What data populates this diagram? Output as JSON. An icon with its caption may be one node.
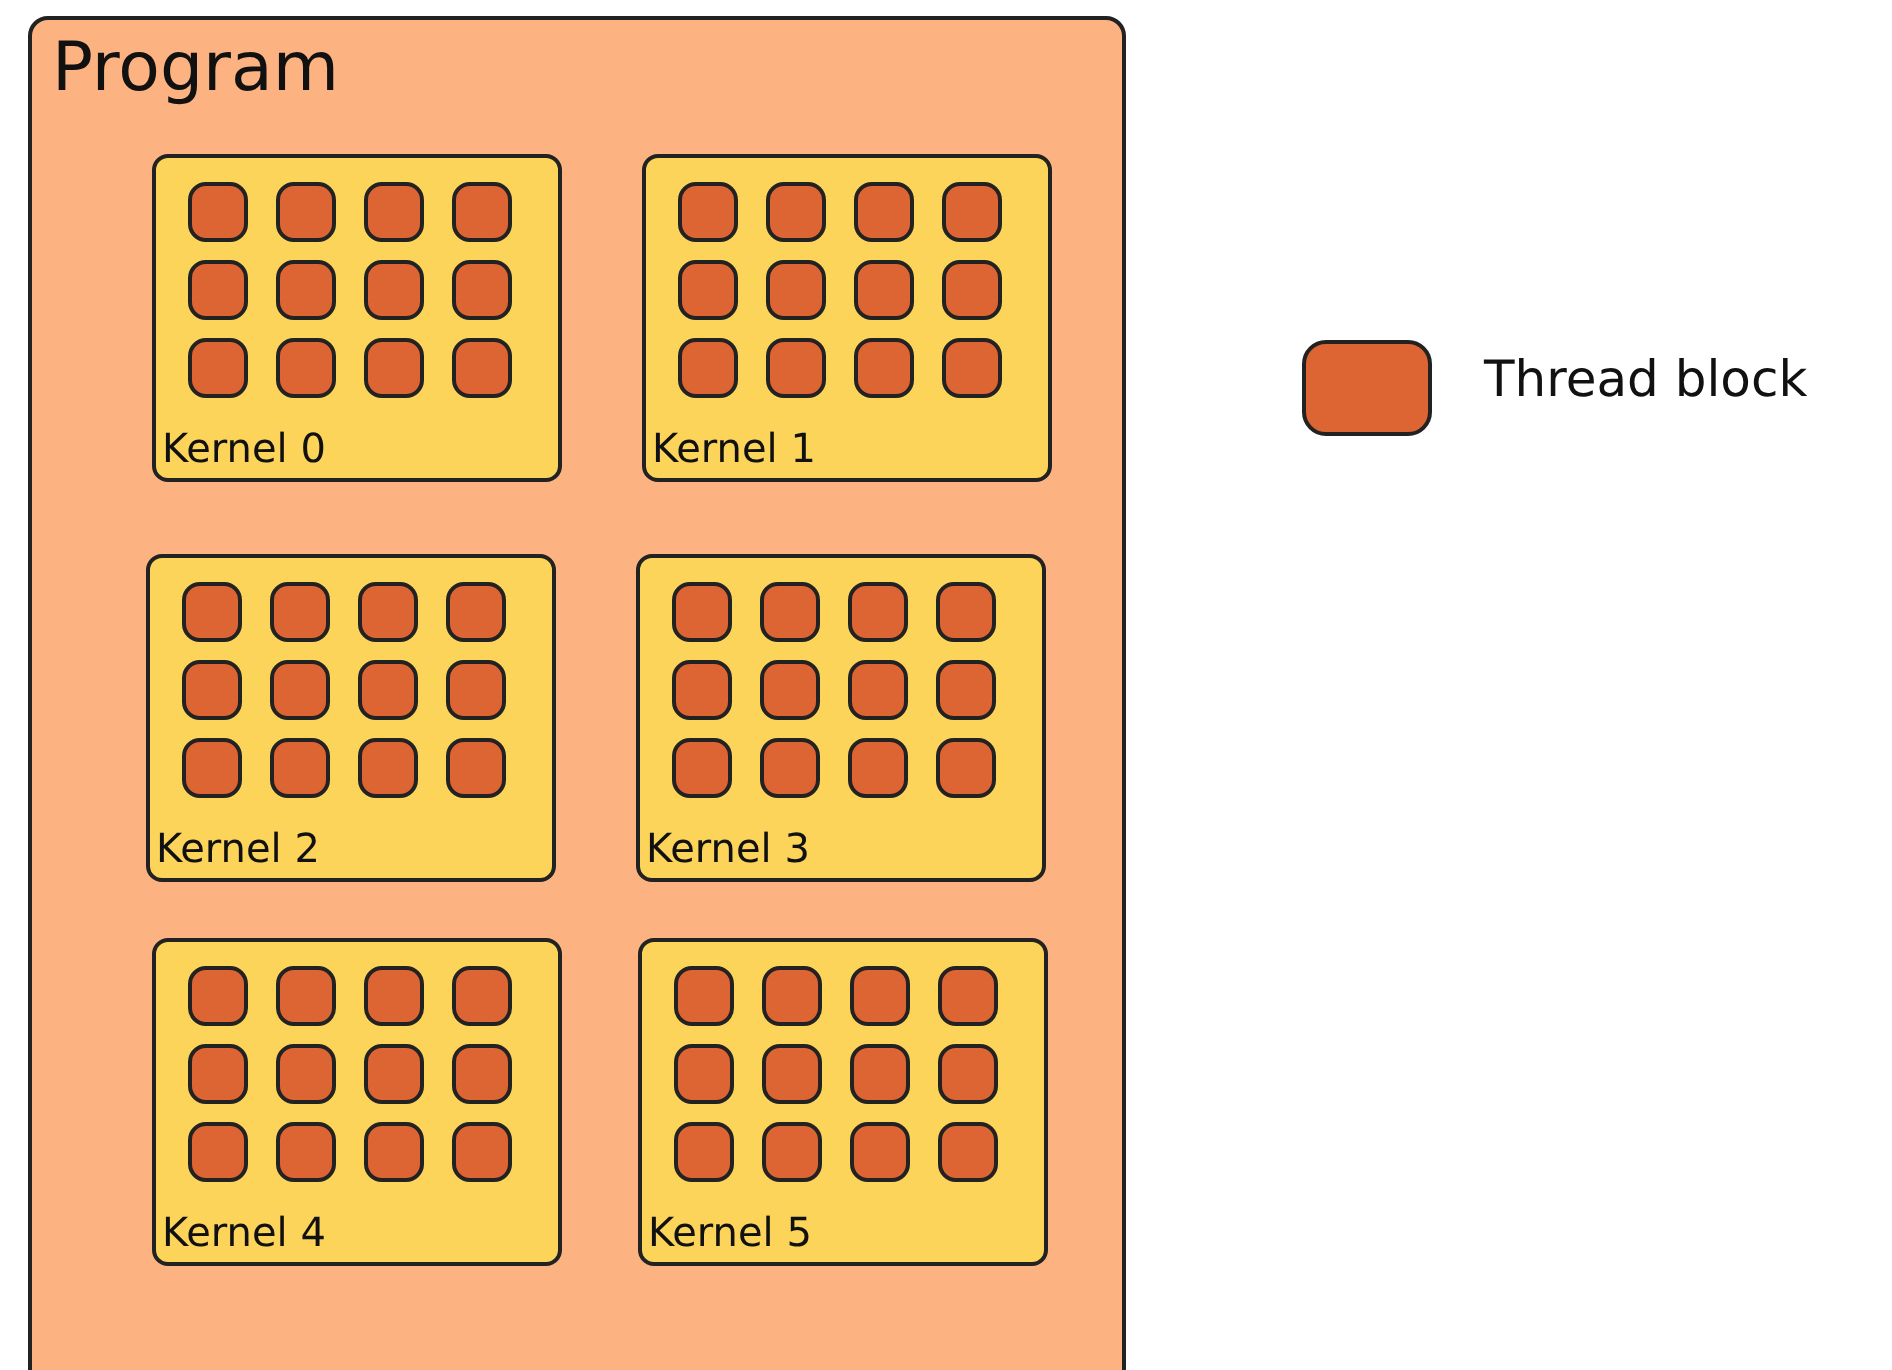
{
  "diagram": {
    "nodes": [
      {
        "text": [
          "Program"
        ]
      },
      {
        "text": [
          "Kernel 0"
        ],
        "in": 0
      },
      {
        "text": [],
        "shape": "box",
        "in": 1
      },
      {
        "text": [],
        "shape": "box",
        "in": 1
      },
      {
        "text": [],
        "shape": "box",
        "in": 1
      },
      {
        "text": [],
        "shape": "box",
        "in": 1
      },
      {
        "text": [],
        "shape": "box",
        "in": 1
      },
      {
        "text": [],
        "shape": "box",
        "in": 1
      },
      {
        "text": [],
        "shape": "box",
        "in": 1
      },
      {
        "text": [],
        "shape": "box",
        "in": 1
      },
      {
        "text": [],
        "shape": "box",
        "in": 1
      },
      {
        "text": [],
        "shape": "box",
        "in": 1
      },
      {
        "text": [],
        "shape": "box",
        "in": 1
      },
      {
        "text": [],
        "shape": "box",
        "in": 1
      },
      {
        "text": [
          "Kernel 1"
        ],
        "in": 0
      },
      {
        "text": [],
        "shape": "box",
        "in": 14
      },
      {
        "text": [],
        "shape": "box",
        "in": 14
      },
      {
        "text": [],
        "shape": "box",
        "in": 14
      },
      {
        "text": [],
        "shape": "box",
        "in": 14
      },
      {
        "text": [],
        "shape": "box",
        "in": 14
      },
      {
        "text": [],
        "shape": "box",
        "in": 14
      },
      {
        "text": [],
        "shape": "box",
        "in": 14
      },
      {
        "text": [],
        "shape": "box",
        "in": 14
      },
      {
        "text": [],
        "shape": "box",
        "in": 14
      },
      {
        "text": [],
        "shape": "box",
        "in": 14
      },
      {
        "text": [],
        "shape": "box",
        "in": 14
      },
      {
        "text": [],
        "shape": "box",
        "in": 14
      },
      {
        "text": [
          "Kernel 2"
        ],
        "in": 0
      },
      {
        "text": [],
        "shape": "box",
        "in": 27
      },
      {
        "text": [],
        "shape": "box",
        "in": 27
      },
      {
        "text": [],
        "shape": "box",
        "in": 27
      },
      {
        "text": [],
        "shape": "box",
        "in": 27
      },
      {
        "text": [],
        "shape": "box",
        "in": 27
      },
      {
        "text": [],
        "shape": "box",
        "in": 27
      },
      {
        "text": [],
        "shape": "box",
        "in": 27
      },
      {
        "text": [],
        "shape": "box",
        "in": 27
      },
      {
        "text": [],
        "shape": "box",
        "in": 27
      },
      {
        "text": [],
        "shape": "box",
        "in": 27
      },
      {
        "text": [],
        "shape": "box",
        "in": 27
      },
      {
        "text": [],
        "shape": "box",
        "in": 27
      },
      {
        "text": [
          "Kernel 3"
        ],
        "in": 0
      },
      {
        "text": [],
        "shape": "box",
        "in": 40
      },
      {
        "text": [],
        "shape": "box",
        "in": 40
      },
      {
        "text": [],
        "shape": "box",
        "in": 40
      },
      {
        "text": [],
        "shape": "box",
        "in": 40
      },
      {
        "text": [],
        "shape": "box",
        "in": 40
      },
      {
        "text": [],
        "shape": "box",
        "in": 40
      },
      {
        "text": [],
        "shape": "box",
        "in": 40
      },
      {
        "text": [],
        "shape": "box",
        "in": 40
      },
      {
        "text": [],
        "shape": "box",
        "in": 40
      },
      {
        "text": [],
        "shape": "box",
        "in": 40
      },
      {
        "text": [],
        "shape": "box",
        "in": 40
      },
      {
        "text": [],
        "shape": "box",
        "in": 40
      },
      {
        "text": [
          "Kernel 4"
        ],
        "in": 0
      },
      {
        "text": [],
        "shape": "box",
        "in": 53
      },
      {
        "text": [],
        "shape": "box",
        "in": 53
      },
      {
        "text": [],
        "shape": "box",
        "in": 53
      },
      {
        "text": [],
        "shape": "box",
        "in": 53
      },
      {
        "text": [],
        "shape": "box",
        "in": 53
      },
      {
        "text": [],
        "shape": "box",
        "in": 53
      },
      {
        "text": [],
        "shape": "box",
        "in": 53
      },
      {
        "text": [],
        "shape": "box",
        "in": 53
      },
      {
        "text": [],
        "shape": "box",
        "in": 53
      },
      {
        "text": [],
        "shape": "box",
        "in": 53
      },
      {
        "text": [],
        "shape": "box",
        "in": 53
      },
      {
        "text": [],
        "shape": "box",
        "in": 53
      },
      {
        "text": [
          "Kernel 5"
        ],
        "in": 0
      },
      {
        "text": [],
        "shape": "box",
        "in": 66
      },
      {
        "text": [],
        "shape": "box",
        "in": 66
      },
      {
        "text": [],
        "shape": "box",
        "in": 66
      },
      {
        "text": [],
        "shape": "box",
        "in": 66
      },
      {
        "text": [],
        "shape": "box",
        "in": 66
      },
      {
        "text": [],
        "shape": "box",
        "in": 66
      },
      {
        "text": [],
        "shape": "box",
        "in": 66
      },
      {
        "text": [],
        "shape": "box",
        "in": 66
      },
      {
        "text": [],
        "shape": "box",
        "in": 66
      },
      {
        "text": [],
        "shape": "box",
        "in": 66
      },
      {
        "text": [],
        "shape": "box",
        "in": 66
      },
      {
        "text": [],
        "shape": "box",
        "in": 66
      }
    ],
    "legend": [
      {
        "text": "Thread block",
        "color": "#dd6433"
      }
    ]
  }
}
